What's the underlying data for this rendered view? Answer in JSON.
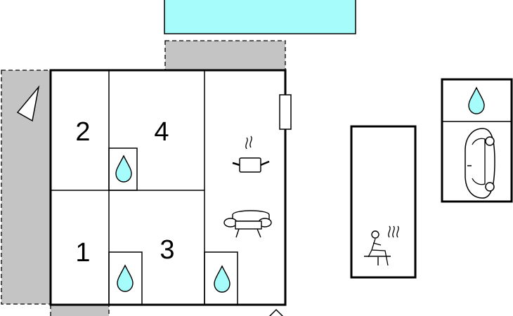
{
  "colors": {
    "pool": "#a6fbfb",
    "terrace": "#c4c4c4",
    "water_drop": "#a6fbfb",
    "lines": "#000000",
    "background": "#ffffff"
  },
  "rooms": {
    "room1": {
      "label": "1"
    },
    "room2": {
      "label": "2"
    },
    "room3": {
      "label": "3"
    },
    "room4": {
      "label": "4"
    }
  },
  "icons": {
    "north_arrow": "north-arrow-icon",
    "bathroom": "water-drop-icon",
    "kitchen": "cooking-pot-icon",
    "living": "sofa-icon",
    "sauna": "sauna-icon",
    "garage": "car-icon"
  }
}
